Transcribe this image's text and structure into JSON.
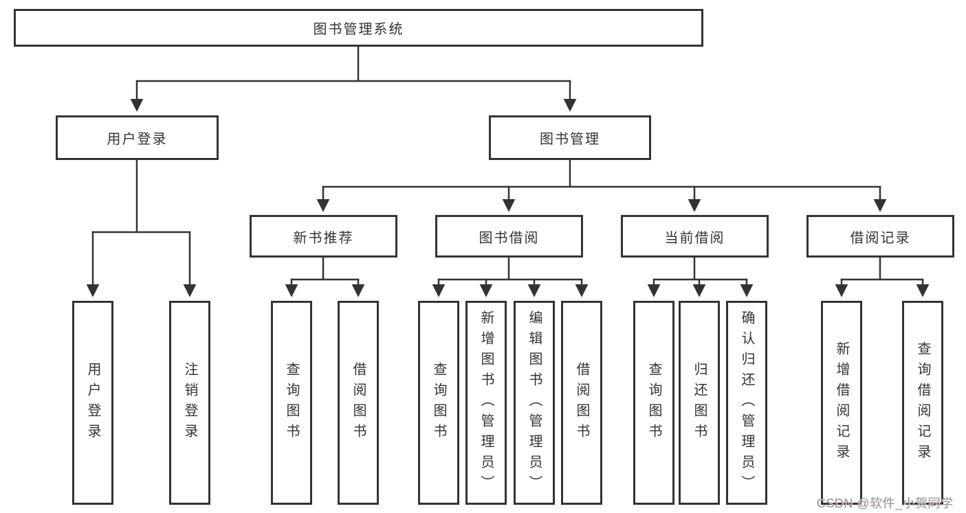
{
  "diagram": {
    "type": "hierarchy-tree",
    "root": {
      "label": "图书管理系统"
    },
    "nodes": {
      "user_login": {
        "label": "用户登录"
      },
      "book_mgmt": {
        "label": "图书管理"
      },
      "new_book_rec": {
        "label": "新书推荐"
      },
      "book_borrow": {
        "label": "图书借阅"
      },
      "current_borrow": {
        "label": "当前借阅"
      },
      "borrow_record": {
        "label": "借阅记录"
      },
      "leaf_user_login": {
        "label": "用户登录"
      },
      "leaf_logout": {
        "label": "注销登录"
      },
      "leaf_nb_query": {
        "label": "查询图书"
      },
      "leaf_nb_borrow": {
        "label": "借阅图书"
      },
      "leaf_bb_query": {
        "label": "查询图书"
      },
      "leaf_bb_add": {
        "label": "新增图书（管理员）"
      },
      "leaf_bb_edit": {
        "label": "编辑图书（管理员）"
      },
      "leaf_bb_borrow": {
        "label": "借阅图书"
      },
      "leaf_cb_query": {
        "label": "查询图书"
      },
      "leaf_cb_return": {
        "label": "归还图书"
      },
      "leaf_cb_confirm": {
        "label": "确认归还（管理员）"
      },
      "leaf_br_add": {
        "label": "新增借阅记录"
      },
      "leaf_br_query": {
        "label": "查询借阅记录"
      }
    },
    "edges": [
      "图书管理系统->用户登录",
      "图书管理系统->图书管理",
      "用户登录->用户登录(叶)",
      "用户登录->注销登录",
      "图书管理->新书推荐",
      "图书管理->图书借阅",
      "图书管理->当前借阅",
      "图书管理->借阅记录",
      "新书推荐->查询图书",
      "新书推荐->借阅图书",
      "图书借阅->查询图书",
      "图书借阅->新增图书（管理员）",
      "图书借阅->编辑图书（管理员）",
      "图书借阅->借阅图书",
      "当前借阅->查询图书",
      "当前借阅->归还图书",
      "当前借阅->确认归还（管理员）",
      "借阅记录->新增借阅记录",
      "借阅记录->查询借阅记录"
    ],
    "colors": {
      "line": "#333333",
      "box_border": "#333333",
      "text": "#333333",
      "background": "#ffffff",
      "watermark": "#969696"
    }
  },
  "watermark": {
    "text": "CSDN @软件_小贺同学"
  }
}
